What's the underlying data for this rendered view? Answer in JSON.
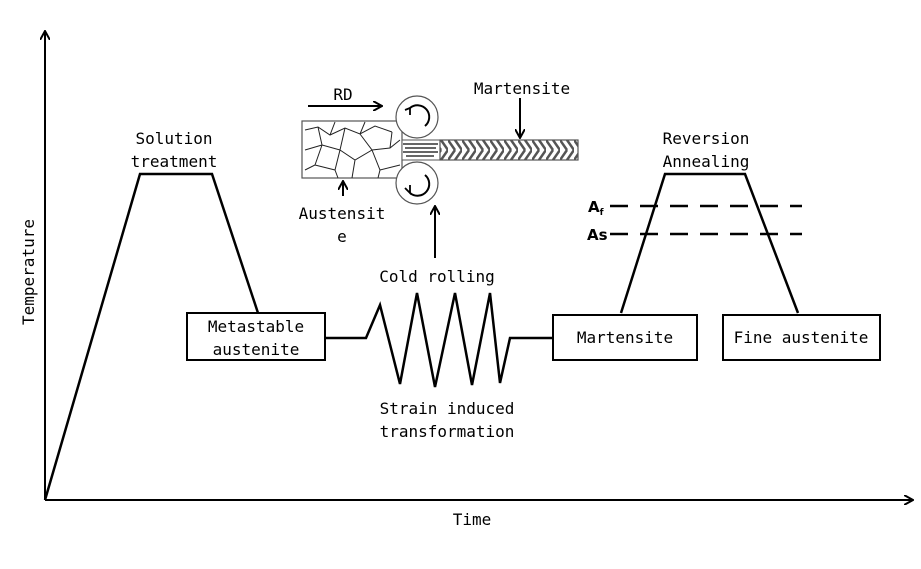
{
  "axes": {
    "x_label": "Time",
    "y_label": "Temperature"
  },
  "stages": {
    "solution": [
      "Solution",
      "treatment"
    ],
    "metastable": [
      "Metastable",
      "austenite"
    ],
    "cold_rolling": "Cold rolling",
    "strain": [
      "Strain induced",
      "transformation"
    ],
    "martensite_box": "Martensite",
    "reversion": [
      "Reversion",
      "Annealing"
    ],
    "fine_austenite": "Fine austenite"
  },
  "rolling": {
    "rd": "RD",
    "martensite": "Martensite",
    "austenite": [
      "Austensit",
      "e"
    ]
  },
  "levels": {
    "af": "A",
    "af_sub": "f",
    "as": "As"
  }
}
